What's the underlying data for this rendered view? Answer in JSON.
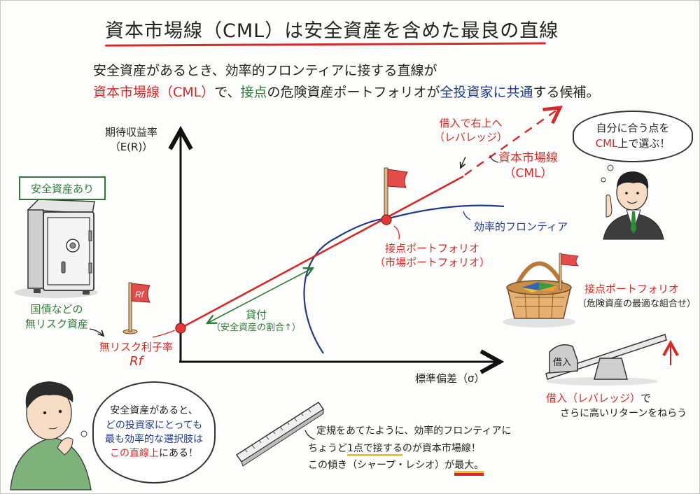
{
  "title": "資本市場線（CML）は安全資産を含めた最良の直線",
  "subtitle": {
    "line1": "安全資産があるとき、効率的フロンティアに接する直線が",
    "line2_parts": [
      {
        "text": "資本市場線（CML）",
        "color": "#d42a2a"
      },
      {
        "text": "で、",
        "color": "#222222"
      },
      {
        "text": "接点",
        "color": "#2e7a38"
      },
      {
        "text": "の危険資産ポートフォリオが",
        "color": "#222222"
      },
      {
        "text": "全投資家に共通",
        "color": "#1f3a8c"
      },
      {
        "text": "する候補。",
        "color": "#222222"
      }
    ]
  },
  "chart": {
    "y_axis_label_line1": "期待収益率",
    "y_axis_label_line2": "（E(R)）",
    "x_axis_label": "標準偏差（σ）",
    "leverage_label_line1": "借入で右上へ",
    "leverage_label_line2": "（レバレッジ）",
    "cml_label_line1": "資本市場線",
    "cml_label_line2": "（CML）",
    "frontier_label": "効率的フロンティア",
    "tangency_label_line1": "接点ポートフォリオ",
    "tangency_label_line2": "（市場ポートフォリオ）",
    "lending_label_line1": "貸付",
    "lending_label_line2": "（安全資産の割合↑）",
    "rf_label_line1": "無リスク利子率",
    "rf_label_line2": "Rf",
    "rf_flag_text": "Rf"
  },
  "left_panel": {
    "badge": "安全資産あり",
    "safe_caption_line1": "国債などの",
    "safe_caption_line2": "無リスク資産"
  },
  "top_right_bubble": {
    "line1": "自分に合う点を",
    "line2_parts": [
      {
        "text": "CML",
        "color": "#d42a2a"
      },
      {
        "text": "上で選ぶ！",
        "color": "#222222"
      }
    ]
  },
  "basket": {
    "label_line1": "接点ポートフォリオ",
    "label_line2": "（危険資産の最適な組合せ）"
  },
  "seesaw": {
    "weight_text": "借入",
    "caption_line1_red": "借入（レバレッジ）",
    "caption_line1_dark": "で",
    "caption_line2": "さらに高いリターンをねらう"
  },
  "bottom_left_bubble": {
    "line1": "安全資産があると、",
    "line2": "どの投資家にとっても",
    "line3": "最も効率的な選択肢は",
    "line4_red": "この直線上",
    "line4_dark": "にある！"
  },
  "ruler_note": {
    "line1": "定規をあてたように、効率的フロンティアに",
    "line2_a": "ちょうど",
    "line2_b": "1点で接する",
    "line2_c": "のが資本市場線！",
    "line3_a": "この傾き（シャープ・レシオ）が",
    "line3_b": "最大。"
  },
  "colors": {
    "cml": "#d42a2a",
    "frontier": "#1f3a8c",
    "lending": "#2e7a38",
    "highlight": "#f2c318"
  }
}
